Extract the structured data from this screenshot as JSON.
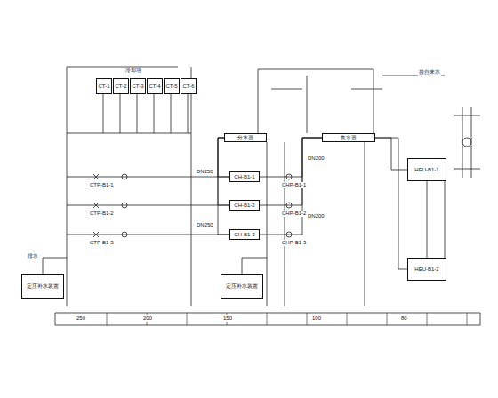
{
  "diagram": {
    "nodes": [
      {
        "text": [
          "CT-1"
        ]
      },
      {
        "text": [
          "CT-2"
        ]
      },
      {
        "text": [
          "CT-3"
        ]
      },
      {
        "text": [
          "CT-4"
        ]
      },
      {
        "text": [
          "CT-5"
        ]
      },
      {
        "text": [
          "CT-6"
        ]
      },
      {
        "text": [
          "CH-B1-1"
        ]
      },
      {
        "text": [
          "CH-B1-2"
        ]
      },
      {
        "text": [
          "CH-B1-3"
        ]
      },
      {
        "text": [
          "分水器"
        ]
      },
      {
        "text": [
          "集水器"
        ]
      },
      {
        "text": [
          "HEU-B1-1"
        ]
      },
      {
        "text": [
          "HEU-B1-2"
        ]
      },
      {
        "text": [
          "定压补水装置"
        ]
      },
      {
        "text": [
          "定压补水装置"
        ]
      }
    ],
    "edges": [
      {
        "from": 6,
        "to": 10,
        "arrow": "none"
      },
      {
        "from": 7,
        "to": 10,
        "arrow": "none"
      },
      {
        "from": 8,
        "to": 10,
        "arrow": "none"
      },
      {
        "from": 9,
        "to": 6,
        "arrow": "none"
      },
      {
        "from": 9,
        "to": 7,
        "arrow": "none"
      },
      {
        "from": 9,
        "to": 8,
        "arrow": "none"
      },
      {
        "from": 10,
        "to": 11,
        "arrow": "none"
      },
      {
        "from": 10,
        "to": 12,
        "arrow": "none"
      }
    ],
    "labels": [
      "CTP-B1-1",
      "CTP-B1-2",
      "CTP-B1-3",
      "CHP-B1-1",
      "CHP-B1-2",
      "CHP-B1-3",
      "DN250",
      "DN250",
      "DN200",
      "DN200",
      "接自来水",
      "冷却塔",
      "250",
      "200",
      "150",
      "100",
      "80",
      "排水"
    ]
  }
}
